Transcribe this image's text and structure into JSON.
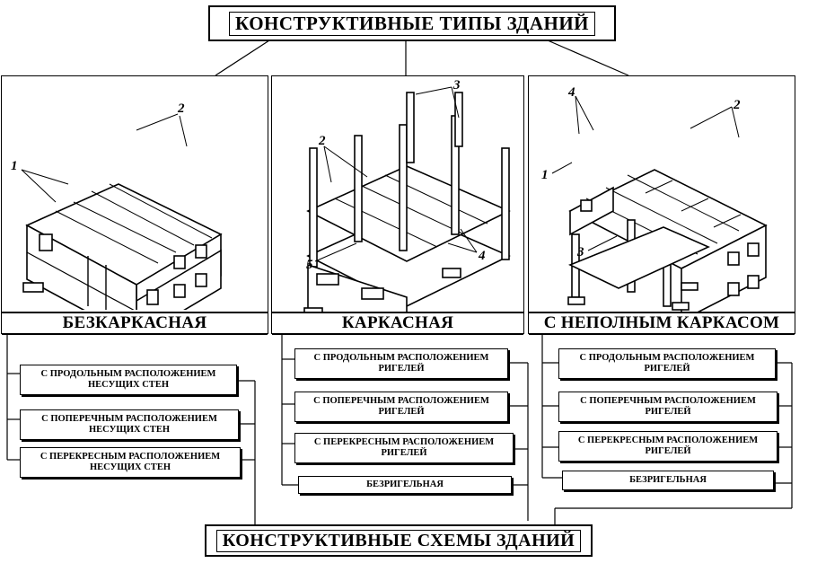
{
  "title_top": "КОНСТРУКТИВНЫЕ ТИПЫ ЗДАНИЙ",
  "title_bottom": "КОНСТРУКТИВНЫЕ СХЕМЫ ЗДАНИЙ",
  "types": [
    {
      "label": "БЕЗКАРКАСНАЯ",
      "callouts": [
        "1",
        "2"
      ],
      "schemes": [
        {
          "line1": "С ПРОДОЛЬНЫМ РАСПОЛОЖЕНИЕМ",
          "line2": "НЕСУЩИХ СТЕН"
        },
        {
          "line1": "С ПОПЕРЕЧНЫМ РАСПОЛОЖЕНИЕМ",
          "line2": "НЕСУЩИХ СТЕН"
        },
        {
          "line1": "С ПЕРЕКРЕСНЫМ РАСПОЛОЖЕНИЕМ",
          "line2": "НЕСУЩИХ СТЕН"
        }
      ]
    },
    {
      "label": "КАРКАСНАЯ",
      "callouts": [
        "2",
        "3",
        "4",
        "5"
      ],
      "schemes": [
        {
          "line1": "С ПРОДОЛЬНЫМ РАСПОЛОЖЕНИЕМ",
          "line2": "РИГЕЛЕЙ"
        },
        {
          "line1": "С ПОПЕРЕЧНЫМ РАСПОЛОЖЕНИЕМ",
          "line2": "РИГЕЛЕЙ"
        },
        {
          "line1": "С ПЕРЕКРЕСНЫМ РАСПОЛОЖЕНИЕМ",
          "line2": "РИГЕЛЕЙ"
        },
        {
          "line1": "БЕЗРИГЕЛЬНАЯ",
          "line2": ""
        }
      ]
    },
    {
      "label": "С НЕПОЛНЫМ КАРКАСОМ",
      "callouts": [
        "1",
        "2",
        "3",
        "4"
      ],
      "schemes": [
        {
          "line1": "С ПРОДОЛЬНЫМ РАСПОЛОЖЕНИЕМ",
          "line2": "РИГЕЛЕЙ"
        },
        {
          "line1": "С ПОПЕРЕЧНЫМ РАСПОЛОЖЕНИЕМ",
          "line2": "РИГЕЛЕЙ"
        },
        {
          "line1": "С ПЕРЕКРЕСНЫМ РАСПОЛОЖЕНИЕМ",
          "line2": "РИГЕЛЕЙ"
        },
        {
          "line1": "БЕЗРИГЕЛЬНАЯ",
          "line2": ""
        }
      ]
    }
  ]
}
